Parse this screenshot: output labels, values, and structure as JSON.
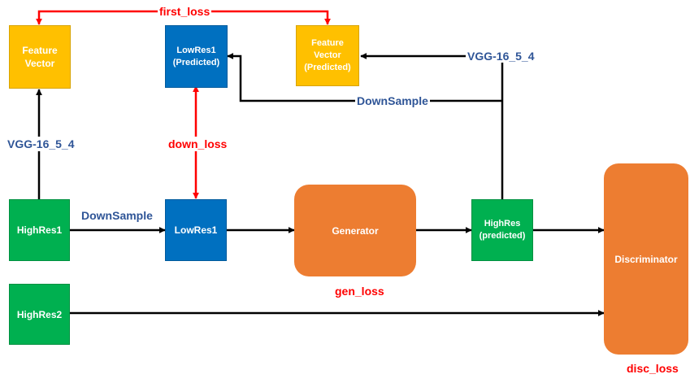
{
  "nodes": {
    "feature_vector": {
      "line1": "Feature",
      "line2": "Vector"
    },
    "lowres1_pred": {
      "line1": "LowRes1",
      "line2": "(Predicted)"
    },
    "feature_vector_pred": {
      "line1": "Feature",
      "line2": "Vector",
      "line3": "(Predicted)"
    },
    "highres1": "HighRes1",
    "lowres1": "LowRes1",
    "generator": "Generator",
    "highres_pred": {
      "line1": "HighRes",
      "line2": "(predicted)"
    },
    "highres2": "HighRes2",
    "discriminator": "Discriminator"
  },
  "edge_labels": {
    "first_loss": "first_loss",
    "vgg_left": "VGG-16_5_4",
    "vgg_right": "VGG-16_5_4",
    "down_loss": "down_loss",
    "downsample_top": "DownSample",
    "downsample_bottom": "DownSample",
    "gen_loss": "gen_loss",
    "disc_loss": "disc_loss"
  },
  "colors": {
    "feature_box": "#ffc000",
    "lowres_box": "#0070c0",
    "highres_box": "#00b050",
    "model_box": "#ed7d31",
    "flow_arrow": "#000000",
    "loss_arrow": "#ff0000",
    "op_label": "#2f5597",
    "loss_label": "#ff0000"
  }
}
